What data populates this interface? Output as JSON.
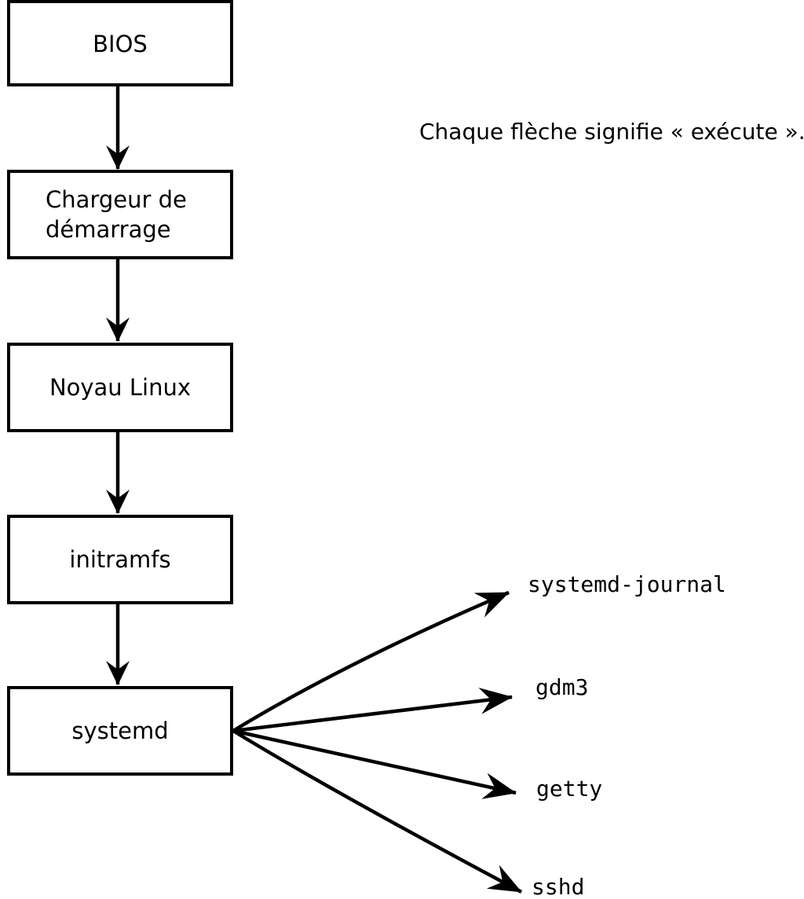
{
  "diagram": {
    "type": "flowchart",
    "note": "Chaque flèche signifie « exécute ».",
    "boot_sequence": [
      {
        "id": "bios",
        "lines": [
          "BIOS"
        ]
      },
      {
        "id": "bootloader",
        "lines": [
          "Chargeur de",
          "démarrage"
        ]
      },
      {
        "id": "kernel",
        "lines": [
          "Noyau Linux"
        ]
      },
      {
        "id": "initramfs",
        "lines": [
          "initramfs"
        ]
      },
      {
        "id": "systemd",
        "lines": [
          "systemd"
        ]
      }
    ],
    "spawned_processes": [
      {
        "label": "systemd-journal"
      },
      {
        "label": "gdm3"
      },
      {
        "label": "getty"
      },
      {
        "label": "sshd"
      }
    ],
    "colors": {
      "stroke": "#000000",
      "box_fill": "#ffffff",
      "background": "#ffffff",
      "text": "#000000"
    }
  }
}
